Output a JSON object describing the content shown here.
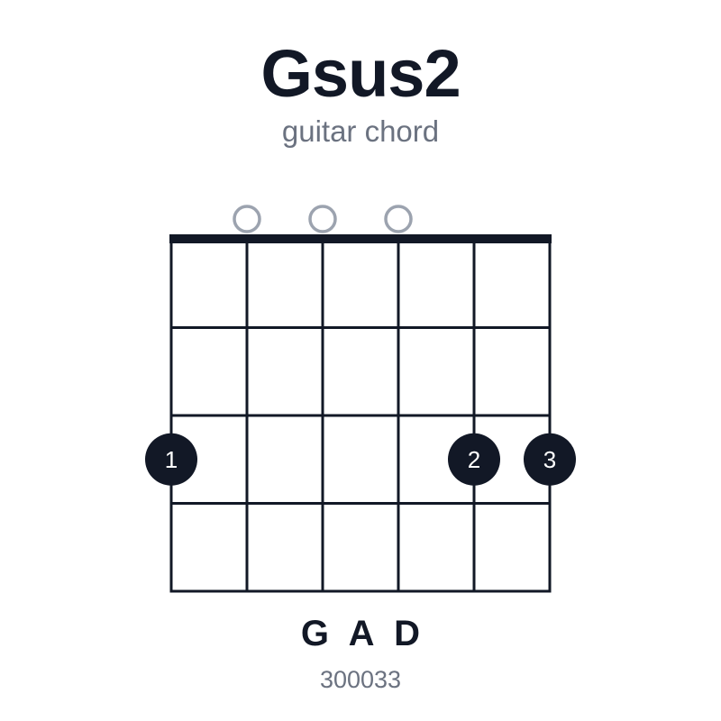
{
  "chord": {
    "name": "Gsus2",
    "subtitle": "guitar chord",
    "notes": "G A D",
    "fingering": "300033"
  },
  "diagram": {
    "strings": 6,
    "frets_shown": 4,
    "open_strings": [
      2,
      3,
      4
    ],
    "fingers": [
      {
        "string": 1,
        "fret": 3,
        "label": "1"
      },
      {
        "string": 5,
        "fret": 3,
        "label": "2"
      },
      {
        "string": 6,
        "fret": 3,
        "label": "3"
      }
    ]
  },
  "colors": {
    "ink": "#121826",
    "muted": "#6b7280",
    "open_marker": "#9ca3af",
    "finger_text": "#ffffff"
  }
}
